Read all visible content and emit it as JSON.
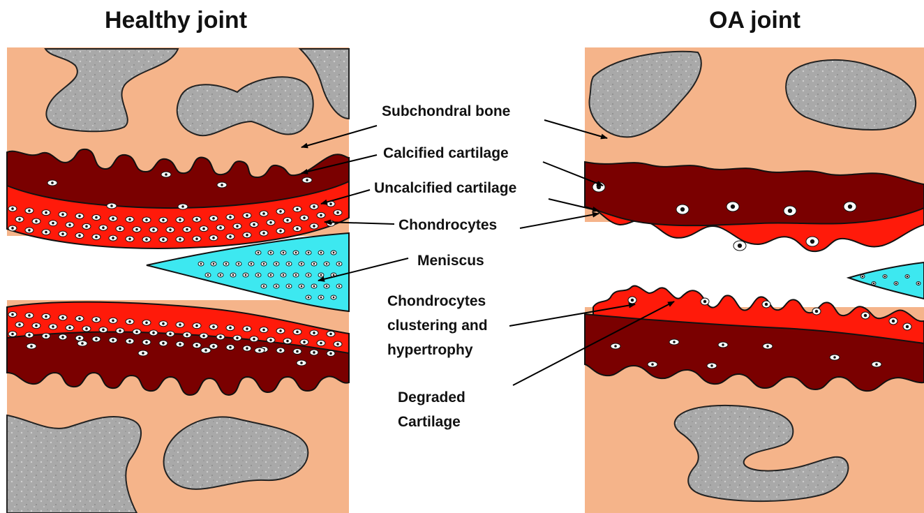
{
  "titles": {
    "healthy": "Healthy joint",
    "oa": "OA joint"
  },
  "labels": {
    "subchondral_bone": "Subchondral bone",
    "calcified_cartilage": "Calcified cartilage",
    "uncalcified_cartilage": "Uncalcified cartilage",
    "chondrocytes": "Chondrocytes",
    "meniscus": "Meniscus",
    "clustering": [
      "Chondrocytes",
      "clustering and",
      "hypertrophy"
    ],
    "degraded": [
      "Degraded",
      "Cartilage"
    ]
  },
  "colors": {
    "bone_background": "#f5b48a",
    "trabecular_bone": "#a8a8a8",
    "calcified_cartilage": "#7a0000",
    "uncalcified_cartilage": "#ff1a0a",
    "meniscus": "#3de8f0",
    "cell": "#ffffff"
  }
}
